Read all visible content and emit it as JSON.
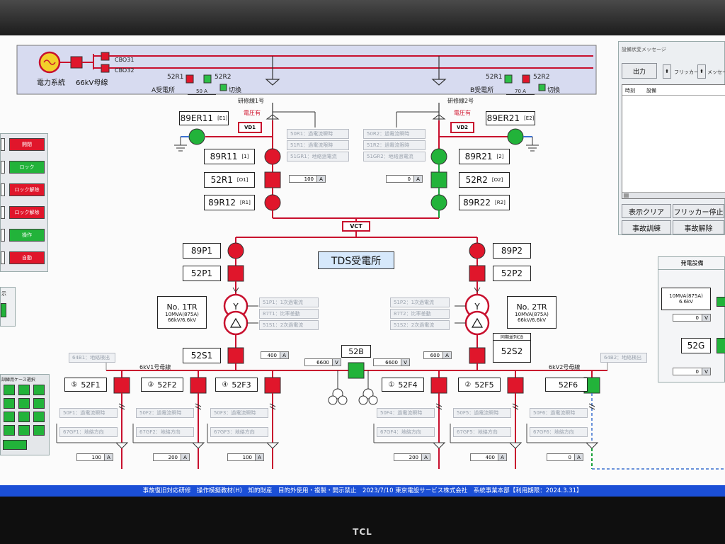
{
  "colors": {
    "energized": "#d0102a",
    "deenergized": "#1aa33a",
    "screen": "#fbfbfb",
    "status_bar": "#1b4fd6"
  },
  "header": {
    "grid_label": "電力系統",
    "bus_label": "66kV母線",
    "cb031": "CBO31",
    "cb032": "CBO32",
    "a_station": {
      "r1": "52R1",
      "r2": "52R2",
      "name": "A受電所",
      "reading": "50",
      "unit": "A",
      "switch": "切換"
    },
    "b_station": {
      "r1": "52R1",
      "r2": "52R2",
      "name": "B受電所",
      "reading": "70",
      "unit": "A",
      "switch": "切換"
    }
  },
  "feeder1": {
    "line": "研修線1号",
    "voltage": "電圧有",
    "vd": "VD1",
    "er": "89ER11",
    "er_sub": "[E1]",
    "r1": "89R11",
    "r1_sub": "[1]",
    "cb": "52R1",
    "cb_sub": "[O1]",
    "r2": "89R12",
    "r2_sub": "[R1]",
    "relays": [
      "50R1：過電流瞬時",
      "51R1：過電流限時",
      "51GR1：地絡過電流"
    ],
    "current": "100",
    "unit": "A"
  },
  "feeder2": {
    "line": "研修線2号",
    "voltage": "電圧有",
    "vd": "VD2",
    "er": "89ER21",
    "er_sub": "[E2]",
    "r1": "89R21",
    "r1_sub": "[2]",
    "cb": "52R2",
    "cb_sub": "[O2]",
    "r2": "89R22",
    "r2_sub": "[R2]",
    "relays": [
      "50R2：過電流瞬時",
      "51R2：過電流限時",
      "51GR2：地絡過電流"
    ],
    "current": "0",
    "unit": "A"
  },
  "vct": "VCT",
  "station_title": "TDS受電所",
  "tr1": {
    "p_ds": "89P1",
    "p_cb": "52P1",
    "name": "No. 1TR",
    "rating": "10MVA(875A)",
    "voltage": "66kV/6.6kV",
    "relays": [
      "51P1：1次過電流",
      "87T1：比率差動",
      "51S1：2次過電流"
    ],
    "s_cb": "52S1",
    "current": "400",
    "unit": "A"
  },
  "tr2": {
    "p_ds": "89P2",
    "p_cb": "52P2",
    "name": "No. 2TR",
    "rating": "10MVA(875A)",
    "voltage": "66kV/6.6kV",
    "relays": [
      "51P2：1次過電流",
      "87T2：比率差動",
      "51S2：2次過電流"
    ],
    "s_cb": "52S2",
    "sync_label": "同期並列CB",
    "current": "600",
    "unit": "A"
  },
  "tie": {
    "cb": "52B",
    "v1": "6600",
    "v2": "6600",
    "unit": "V"
  },
  "bus1": {
    "label": "6kV1号母線",
    "ground_detect": "64B1：地絡検出"
  },
  "bus2": {
    "label": "6kV2号母線",
    "ground_detect": "64B2：地絡検出"
  },
  "feeders": [
    {
      "num": "⑤",
      "cb": "52F1",
      "r1": "50F1：過電流瞬時",
      "r2": "67GF1：地絡方向",
      "current": "100",
      "unit": "A"
    },
    {
      "num": "③",
      "cb": "52F2",
      "r1": "50F2：過電流瞬時",
      "r2": "67GF2：地絡方向",
      "current": "200",
      "unit": "A"
    },
    {
      "num": "④",
      "cb": "52F3",
      "r1": "50F3：過電流瞬時",
      "r2": "67GF3：地絡方向",
      "current": "100",
      "unit": "A"
    },
    {
      "num": "①",
      "cb": "52F4",
      "r1": "50F4：過電流瞬時",
      "r2": "67GF4：地絡方向",
      "current": "200",
      "unit": "A"
    },
    {
      "num": "②",
      "cb": "52F5",
      "r1": "50F5：過電流瞬時",
      "r2": "67GF5：地絡方向",
      "current": "400",
      "unit": "A"
    },
    {
      "num": "",
      "cb": "52F6",
      "r1": "50F6：過電流瞬時",
      "r2": "67GF6：地絡方向",
      "current": "0",
      "unit": "A"
    }
  ],
  "message_panel": {
    "title": "設備状変メッセージ",
    "output": "出力",
    "flicker": "フリッカー",
    "message": "メッセー",
    "col_time": "時刻",
    "col_equipment": "設備",
    "btn_clear": "表示クリア",
    "btn_flicker_stop": "フリッカー停止",
    "btn_drill": "事故訓練",
    "btn_release": "事故解除"
  },
  "gen_panel": {
    "title": "発電設備",
    "rating": "10MVA(875A)",
    "voltage": "6.6kV",
    "reading": "0",
    "unit": "V",
    "cb": "52G",
    "reading2": "0",
    "unit2": "V"
  },
  "left_panel": {
    "controls": [
      {
        "label": "開閉",
        "state": "red"
      },
      {
        "label": "ロック",
        "state": "green"
      },
      {
        "label": "ロック解除",
        "state": "red"
      },
      {
        "label": "ロック解除",
        "state": "red"
      },
      {
        "label": "操作",
        "state": "green"
      },
      {
        "label": "自動",
        "state": "red"
      }
    ],
    "mini_label": "示",
    "pad_title": "訓練用ケース選択"
  },
  "status_bar": "事故復旧対応研修　操作模擬教材(H)　知的財産　目的外使用・複製・開示禁止　2023/7/10 東京電設サービス株式会社　系統事業本部【利用期限：2024.3.31】",
  "monitor_brand": "TCL"
}
